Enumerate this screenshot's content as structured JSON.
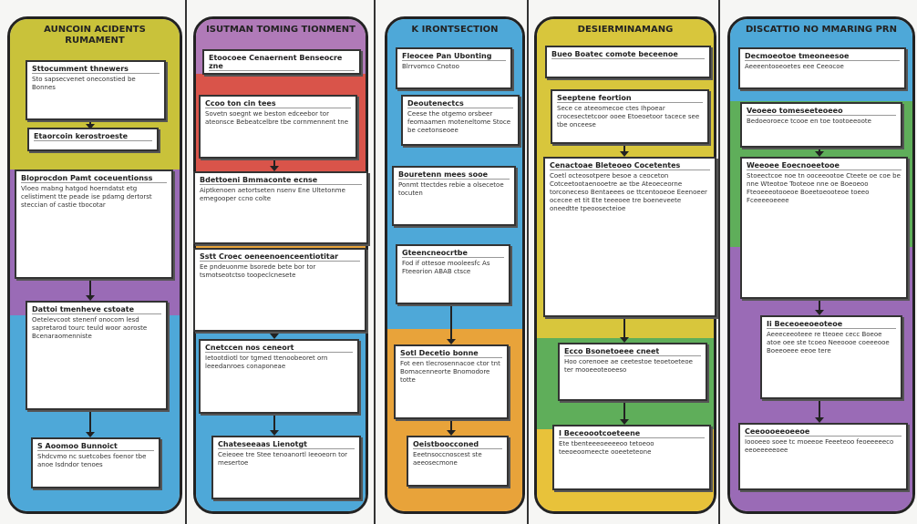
{
  "colors": {
    "yellow": "#c9c23a",
    "purple": "#9a6bb6",
    "blue": "#4ea8d8",
    "red": "#d9544a",
    "orange": "#e8a33a",
    "green": "#5fae5a"
  },
  "columns": [
    {
      "title": "AUNCOIN ACIDENTS RUMAMENT",
      "boxes": [
        {
          "title": "Sttocumment thnewers",
          "body": "Sto sapsecvenet oneconstied be Bonnes"
        },
        {
          "title": "Etaorcoin kerostroeste",
          "body": ""
        },
        {
          "title": "Bloprocdon Pamt coceuentionss",
          "body": "Vloeo mabng hatgod hoerndatst etg celistiment tte peade ise pdamg dertorst steccian of castie tbocotar"
        },
        {
          "title": "Dattoi tmenheve cstoate",
          "body": "Oetelevcoot stenenf onocom lesd sapretarod tourc teuld woor aoroste Bcenaraomenniste"
        },
        {
          "title": "S Aoomoo Bunnoict",
          "body": "Shdcvmo nc suetcobes foenor tbe anoe Isdndor tenoes"
        }
      ]
    },
    {
      "title": "ISUTMAN TOMING TIONMENT",
      "boxes": [
        {
          "title": "Etoocoee Cenaernent Benseocre zne",
          "body": ""
        },
        {
          "title": "Ccoo ton cin tees",
          "body": "Sovetn soegnt we beston edceebor tor ateonsce Bebeatcelbre tbe cornmennent tne"
        },
        {
          "title": "Bdettoeni Bmmaconte ecnse",
          "body": "Aiptkenoen aetortseten nsenv Ene Ultetonme emegooper ccno colte"
        },
        {
          "title": "Sstt Croec oeneenoenceentiotitar",
          "body": "Ee pndeuonme bsorede bete bor tor tsmotseotctso toopeclcnesete"
        },
        {
          "title": "Cnetccen nos ceneort",
          "body": "Ietootdiotl tor tgmed ttenoobeoret orn leeedanroes conaponeae"
        },
        {
          "title": "Chateseeaas Lienotgt",
          "body": "Ceieoee tre Stee tenoanortl Ieeoeorn tor mesertoe"
        }
      ]
    },
    {
      "title": "K IRONTSECTION",
      "boxes": [
        {
          "title": "Fleocee Pan Ubonting",
          "body": "Blrrvomco Cnotoo"
        },
        {
          "title": "Deoutenectcs",
          "body": "Ceese the otgemo orsbeer feomaamen moteneltome Stoce be ceetonseoee"
        },
        {
          "title": "Bouretenn mees sooe",
          "body": "Ponmt ttectdes rebie a olsecetoe tocuten"
        },
        {
          "title": "Gteencneocrtbe",
          "body": "Fod if ottesoe mooleesfc As Fteeorion ABAB ctsce"
        },
        {
          "title": "Sotl Decetio bonne",
          "body": "Fot een tlecrosennacoe ctor tnt Bomacenneorte Bnomodore totte"
        },
        {
          "title": "Oeistboocconed",
          "body": "Eeetnsoccnoscest ste aeeosecmone"
        }
      ]
    },
    {
      "title": "DESIERMINAMANG",
      "boxes": [
        {
          "title": "Bueo Boatec comote beceenoe",
          "body": ""
        },
        {
          "title": "Seeptene feortion",
          "body": "Sece ce ateeomecoe ctes Ihpoear crocesectetcoor ooee Etoeoetoor tacece see tbe onceese"
        },
        {
          "title": "Cenactoae Bleteoeo Cocetentes",
          "body": "Coetl octeosotpere besoe a ceoceton Cotceetootaenooetre ae tbe Ateoeceorne torconeceso Bentaeees oe ttcentooeoe Eeenoeer ocecee et tit Ete teeeoee tre boeneveete oneedtte tpeoosecteioe"
        },
        {
          "title": "Ecco Bsonetoeee cneet",
          "body": "Hoo corenoee ae ceetestoe teoetoeteoe ter mooeeoteoeeso"
        },
        {
          "title": "I Beceoootcoeteene",
          "body": "Ete tbenteeeoeeeeoo tetoeoo teeoeoomeecte ooeeteteone"
        }
      ]
    },
    {
      "title": "DISCATTIO NO MMARING PRN",
      "boxes": [
        {
          "title": "Decmoeotoe tmeoneesoe",
          "body": "Aeeeentooeoetes eee Ceeocoe"
        },
        {
          "title": "Veoeeo tomeseeteoeeo",
          "body": "Bedoeoroece tcooe en toe tootoeeoote"
        },
        {
          "title": "Weeoee Eoecnoeetooe",
          "body": "Stoeectcoe noe tn ooceeootoe Cteete oe coe be nne Wteotoe Tooteoe nne oe Boeoeoo Fteoeeeotooeoe Boeetoeooteoe toeeo Fceeeeoeeee"
        },
        {
          "title": "Ii Beceoeeoeoteoe",
          "body": "Aeeeceeoteee re tteoee cecc Boeoe atoe oee ste tcoeo Neeoooe coeeeooe Boeeoeee eeoe tere"
        },
        {
          "title": "Ceeoooeeoeeoe",
          "body": "Ioooeeo soee tc moeeoe Feeeteoo feoeeeeeco eeoeeeeeoee"
        }
      ]
    }
  ]
}
